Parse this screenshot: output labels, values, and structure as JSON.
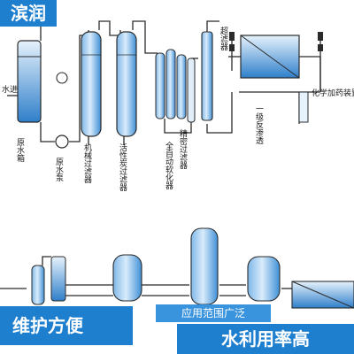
{
  "brand": "滨润",
  "banner": {
    "left": "维护方便",
    "center": "应用范围广泛",
    "right": "水利用率高"
  },
  "labels": {
    "water_in": "水进",
    "raw_tank": "原水箱",
    "raw_pump": "原水泵",
    "mech_filter": "机械过滤器",
    "carbon_filter": "活性炭过滤器",
    "softener": "全自动软化器",
    "precision_filter": "精密过滤器",
    "ultrafilter": "超滤器",
    "ro1": "一级反渗透",
    "chem_dosing": "化学加药装置"
  },
  "colors": {
    "banner": "#1f7fcf",
    "pipe": "#2b2b2b",
    "vessel": "#3f8fd6",
    "vessel_light": "#cfe5f8"
  }
}
